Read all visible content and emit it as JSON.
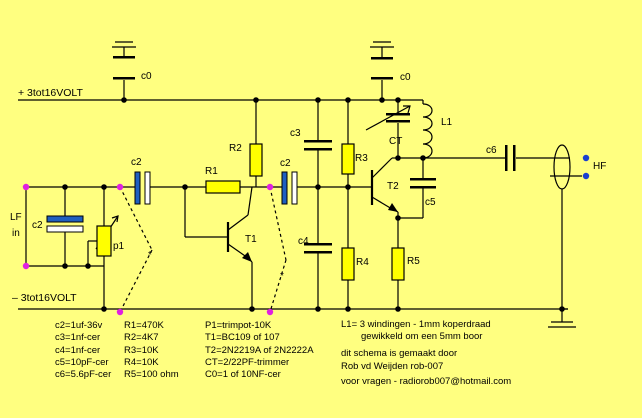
{
  "colors": {
    "background": "#FFFF80",
    "wire": "#000000",
    "resistor": "#FFFF00",
    "capacitor_blue": "#1F5FC0",
    "terminal_magenta": "#E020E0",
    "terminal_blue": "#1A3FD0"
  },
  "rails": {
    "plus": "+ 3tot16VOLT",
    "minus": "– 3tot16VOLT"
  },
  "labels": {
    "lf": "LF",
    "lf_in": "in",
    "hf": "HF",
    "star_left": "*",
    "star_right": "*"
  },
  "components": {
    "c0_left": "c0",
    "c0_right": "c0",
    "c2_in": "c2",
    "c2_lf": "c2",
    "c2_mid": "c2",
    "c3": "c3",
    "c4": "c4",
    "c5": "c5",
    "c6": "c6",
    "r1": "R1",
    "r2": "R2",
    "r3": "R3",
    "r4": "R4",
    "r5": "R5",
    "p1": "p1",
    "t1": "T1",
    "t2": "T2",
    "ct": "CT",
    "l1": "L1"
  },
  "parts_list": {
    "col1": [
      "c2=1uf-36v",
      "c3=1nf-cer",
      "c4=1nf-cer",
      "c5=10pF-cer",
      "c6=5.6pF-cer"
    ],
    "col2": [
      "R1=470K",
      "R2=4K7",
      "R3=10K",
      "R4=10K",
      "R5=100 ohm"
    ],
    "col3": [
      "P1=trimpot-10K",
      "T1=BC109 of 107",
      "T2=2N2219A of 2N2222A",
      "CT=2/22PF-trimmer",
      "C0=1 of 10NF-cer"
    ]
  },
  "notes": {
    "coil_line1": "L1= 3 windingen - 1mm  koperdraad",
    "coil_line2": "gewikkeld om een 5mm boor",
    "credit_line1": "dit schema is gemaakt door",
    "credit_line2": "Rob vd Weijden     rob-007",
    "credit_line3": "voor vragen -  radiorob007@hotmail.com"
  }
}
